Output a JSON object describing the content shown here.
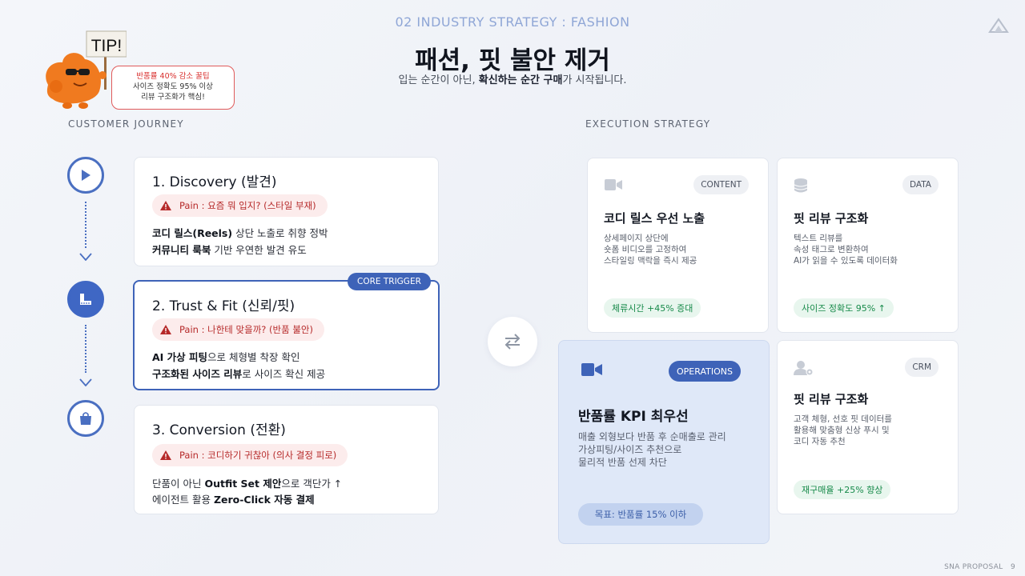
{
  "header": {
    "kicker": "02   INDUSTRY STRATEGY : FASHION",
    "title": "패션, 핏 불안 제거",
    "subtitle_pre": "입는 순간이 아닌, ",
    "subtitle_bold": "확신하는 순간 구매",
    "subtitle_post": "가 시작됩니다."
  },
  "tip": {
    "sign": "TIP!",
    "line1": "반품률 40% 감소 꿀팁",
    "line2": "사이즈 정확도 95% 이상",
    "line3": "리뷰 구조화가 핵심!"
  },
  "journey": {
    "label": "CUSTOMER JOURNEY",
    "steps": [
      {
        "title": "1. Discovery (발견)",
        "pain": "Pain : 요즘 뭐 입지? (스타일 부재)",
        "line1_bold": "코디 릴스(Reels)",
        "line1_rest": " 상단 노출로 취향 정박",
        "line2_bold": "커뮤니티 룩북",
        "line2_rest": " 기반 우연한 발견 유도"
      },
      {
        "title": "2. Trust & Fit (신뢰/핏)",
        "badge": "CORE TRIGGER",
        "pain": "Pain : 나한테 맞을까? (반품 불안)",
        "line1_bold": "AI 가상 피팅",
        "line1_rest": "으로 체형별 착장 확인",
        "line2_bold": "구조화된 사이즈 리뷰",
        "line2_rest": "로 사이즈 확신 제공"
      },
      {
        "title": "3. Conversion (전환)",
        "pain": "Pain : 코디하기 귀찮아 (의사 결정 피로)",
        "line1_pre": "단품이 아닌 ",
        "line1_bold": "Outfit Set 제안",
        "line1_rest": "으로 객단가 ↑",
        "line2_pre": "에이전트 활용 ",
        "line2_bold": "Zero-Click 자동 결제",
        "line2_rest": ""
      }
    ]
  },
  "strategy": {
    "label": "EXECUTION STRATEGY",
    "cards": [
      {
        "tag": "CONTENT",
        "icon": "video-icon",
        "title": "코디 릴스 우선 노출",
        "desc": [
          "상세페이지 상단에",
          "숏폼 비디오를 고정하여",
          "스타일링 맥락을 즉시 제공"
        ],
        "metric": "체류시간 +45% 증대"
      },
      {
        "tag": "DATA",
        "icon": "database-icon",
        "title": "핏 리뷰 구조화",
        "desc": [
          "텍스트 리뷰를",
          "속성 태그로 변환하여",
          "AI가 읽을 수 있도록 데이터화"
        ],
        "metric": "사이즈 정확도 95% ↑"
      },
      {
        "tag": "CRM",
        "icon": "user-gear-icon",
        "title": "핏 리뷰 구조화",
        "desc": [
          "고객 체형, 선호 핏 데이터를",
          "활용해 맞춤형 신상 푸시 및",
          "코디 자동 추천"
        ],
        "metric": "재구매율 +25% 향상"
      }
    ],
    "operations": {
      "tag": "OPERATIONS",
      "icon": "video-icon",
      "title": "반품률 KPI 최우선",
      "desc": [
        "매출 외형보다 반품 후 순매출로 관리",
        "가상피팅/사이즈 추천으로",
        "물리적 반품 선제 차단"
      ],
      "goal": "목표: 반품률 15% 이하"
    }
  },
  "footer": {
    "brand": "SNA PROPOSAL",
    "page": "9"
  },
  "colors": {
    "accent": "#3e63b8",
    "pain_bg": "#fcecec",
    "pain_text": "#b62a2a",
    "metric_bg": "#e8f6ee",
    "metric_text": "#178a4a"
  }
}
